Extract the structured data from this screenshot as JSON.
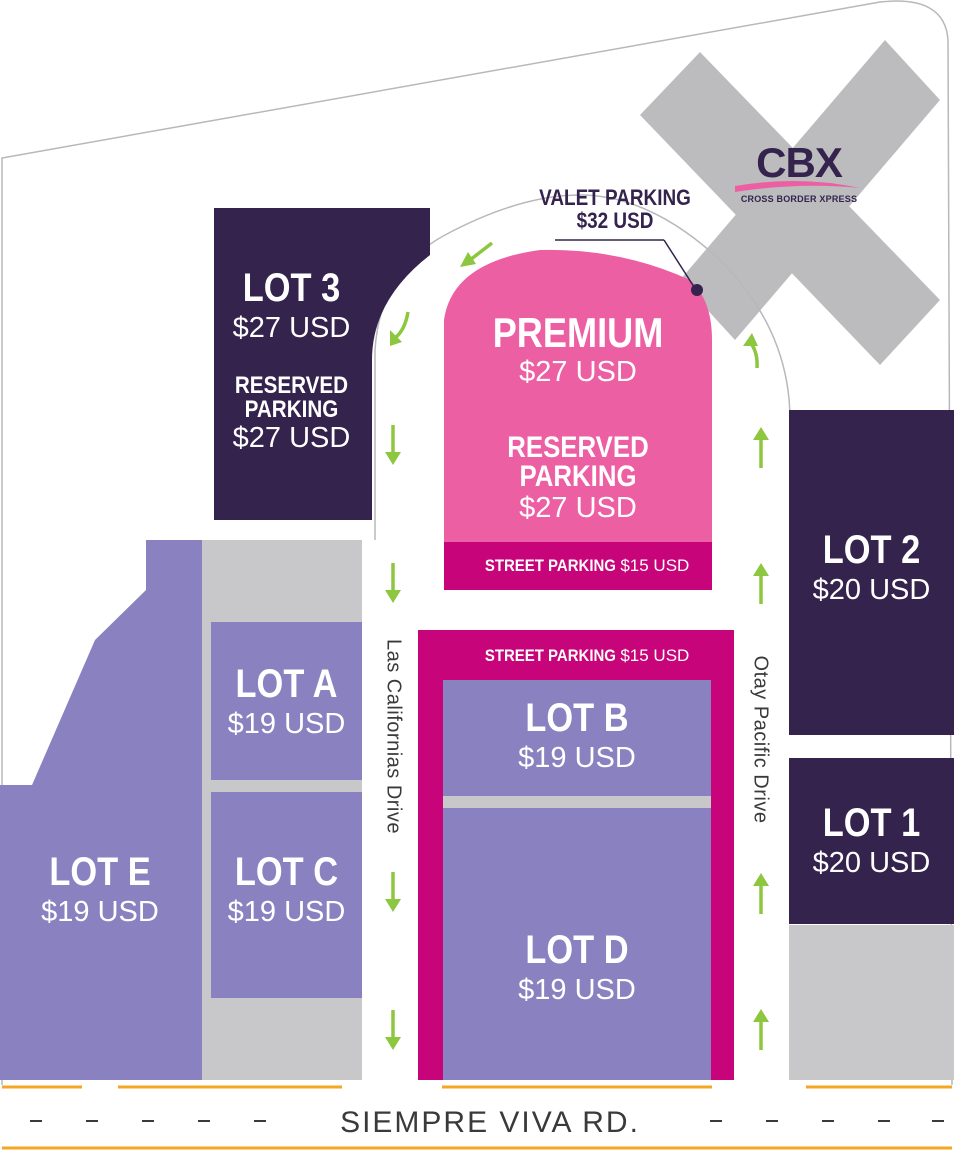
{
  "colors": {
    "lot_dark": "#34234d",
    "lot_light": "#8a82c0",
    "premium": "#ec5fa3",
    "street_parking": "#c8047a",
    "gray_area": "#c8c8ca",
    "arrow": "#8dc63f",
    "road_line": "#f5a623"
  },
  "lots": {
    "lot3": {
      "name": "LOT 3",
      "price": "$27 USD",
      "reserved_label": "RESERVED\nPARKING",
      "reserved_price": "$27 USD"
    },
    "premium": {
      "name": "PREMIUM",
      "price": "$27 USD",
      "reserved_label": "RESERVED\nPARKING",
      "reserved_price": "$27 USD"
    },
    "lot2": {
      "name": "LOT 2",
      "price": "$20 USD"
    },
    "lot1": {
      "name": "LOT 1",
      "price": "$20 USD"
    },
    "lotA": {
      "name": "LOT A",
      "price": "$19 USD"
    },
    "lotB": {
      "name": "LOT B",
      "price": "$19 USD"
    },
    "lotC": {
      "name": "LOT C",
      "price": "$19 USD"
    },
    "lotD": {
      "name": "LOT D",
      "price": "$19 USD"
    },
    "lotE": {
      "name": "LOT E",
      "price": "$19 USD"
    }
  },
  "street_parking": {
    "label": "STREET PARKING",
    "price": "$15 USD"
  },
  "valet": {
    "label": "VALET PARKING",
    "price": "$32 USD"
  },
  "cbx": {
    "logo_text": "CBX",
    "subtitle": "CROSS BORDER XPRESS"
  },
  "roads": {
    "left": "Las Californias Drive",
    "right": "Otay Pacific Drive",
    "bottom": "SIEMPRE VIVA RD."
  }
}
